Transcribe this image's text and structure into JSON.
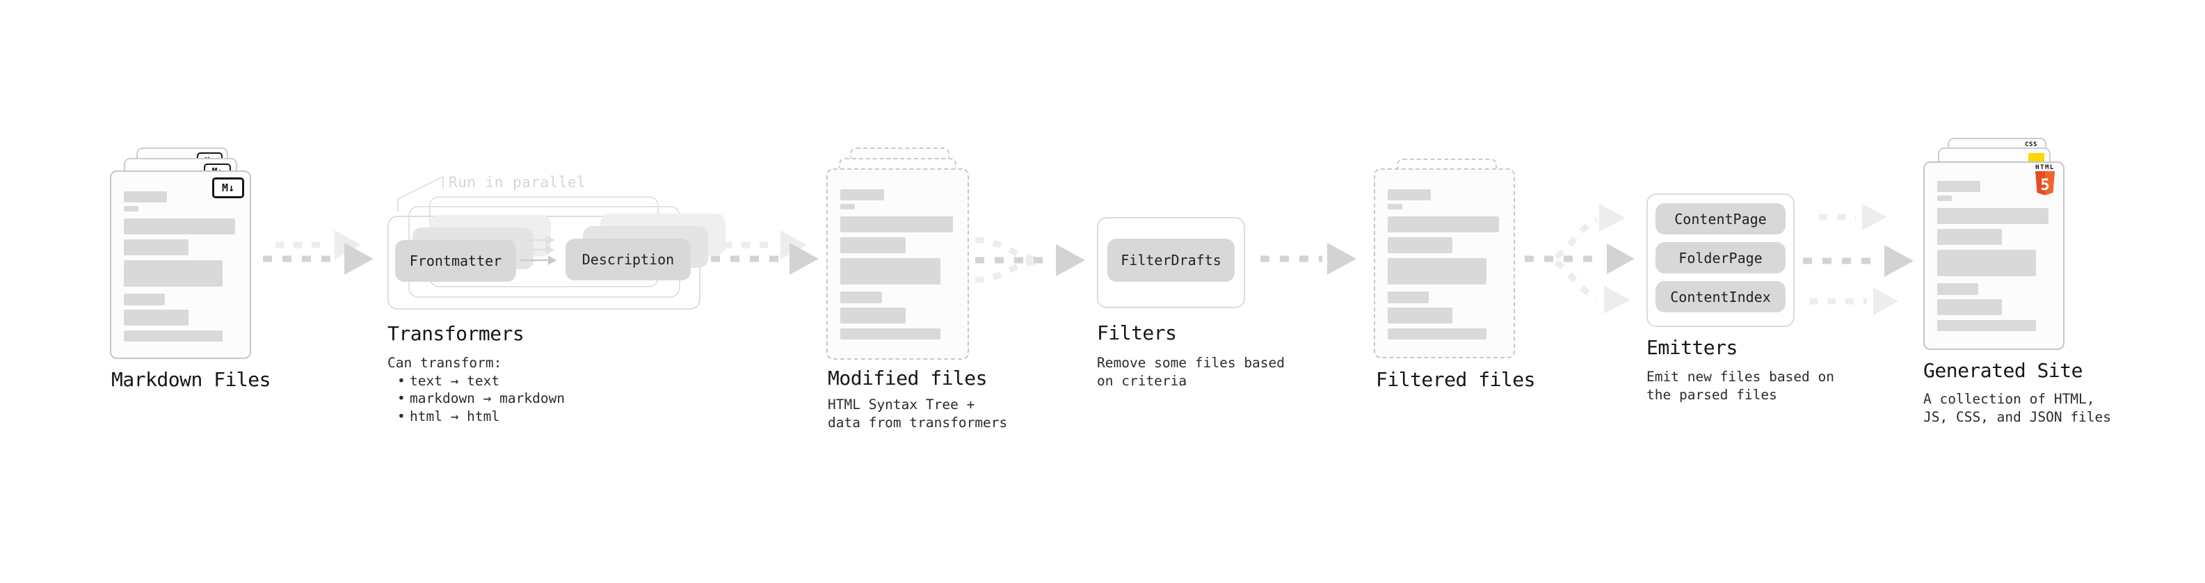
{
  "stages": {
    "markdown": {
      "label": "Markdown Files",
      "badge": "M↓"
    },
    "transformers": {
      "label": "Transformers",
      "note": "Run in parallel",
      "node1": "Frontmatter",
      "node2": "Description",
      "desc_title": "Can transform:",
      "bullet_glyph": "•",
      "bullets": [
        "text → text",
        "markdown → markdown",
        "html → html"
      ]
    },
    "modified": {
      "label": "Modified files",
      "desc": [
        "HTML Syntax Tree +",
        "data from transformers"
      ]
    },
    "filters": {
      "label": "Filters",
      "node1": "FilterDrafts",
      "desc": [
        "Remove some files based",
        "on criteria"
      ]
    },
    "filtered": {
      "label": "Filtered files"
    },
    "emitters": {
      "label": "Emitters",
      "node1": "ContentPage",
      "node2": "FolderPage",
      "node3": "ContentIndex",
      "desc": [
        "Emit new files based on",
        "the parsed files"
      ]
    },
    "generated": {
      "label": "Generated Site",
      "badge_css": "CSS",
      "badge_html_top": "HTML",
      "badge_html_5": "5",
      "desc": [
        "A collection of HTML,",
        "JS, CSS, and JSON files"
      ]
    }
  },
  "decor": {
    "colors": {
      "bar": "#d9d9d9",
      "node_fill": "#d8d8d8",
      "arrow_dark": "#d3d3d3",
      "arrow_light": "#ededed",
      "doc_border": "#c6c6c6",
      "card_border": "#e2e2e2",
      "note_text": "#d5d5d5",
      "html5_orange": "#e44d26",
      "html5_orange_light": "#f16529",
      "js_yellow": "#ffd600",
      "css_blue": "#2b62f0",
      "text": "#161616"
    },
    "bars": [
      {
        "w": 39,
        "h": 16,
        "mt": 0
      },
      {
        "w": 13,
        "h": 8,
        "mt": 5
      },
      {
        "w": 100,
        "h": 23,
        "mt": 10
      },
      {
        "w": 58,
        "h": 23,
        "mt": 7
      },
      {
        "w": 89,
        "h": 38,
        "mt": 7
      },
      {
        "w": 37,
        "h": 17,
        "mt": 10
      },
      {
        "w": 58,
        "h": 23,
        "mt": 6
      },
      {
        "w": 89,
        "h": 16,
        "mt": 7
      }
    ]
  }
}
